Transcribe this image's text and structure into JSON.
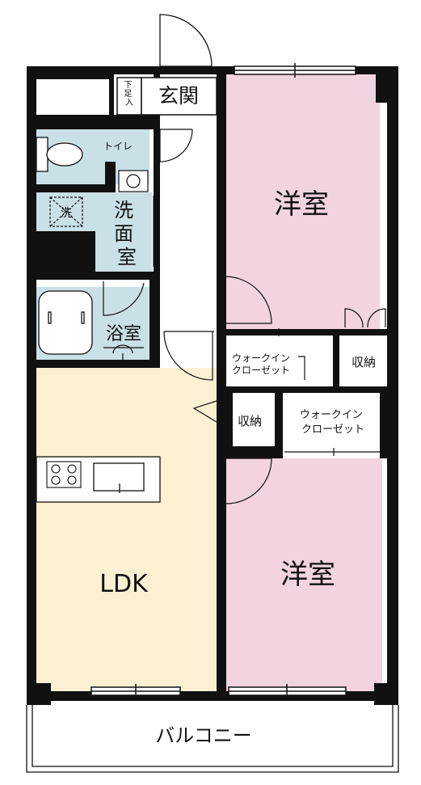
{
  "rooms": {
    "genkan": "玄関",
    "getabako": "下足入",
    "toilet": "トイレ",
    "washer": "洗",
    "senmenshitsu": "洗面室",
    "yokushitsu": "浴室",
    "youshitsu_upper": "洋室",
    "youshitsu_lower": "洋室",
    "walkin_upper": "ウォークイン\nクローゼット",
    "walkin_lower": "ウォークイン\nクローゼット",
    "shuno_upper": "収納",
    "shuno_lower": "収納",
    "ldk": "LDK",
    "balcony": "バルコニー"
  },
  "colors": {
    "western_room": "#f2d3e0",
    "ldk": "#fbf0d2",
    "wet_area": "#c9e0e6",
    "wall": "#111111",
    "background": "#ffffff"
  }
}
